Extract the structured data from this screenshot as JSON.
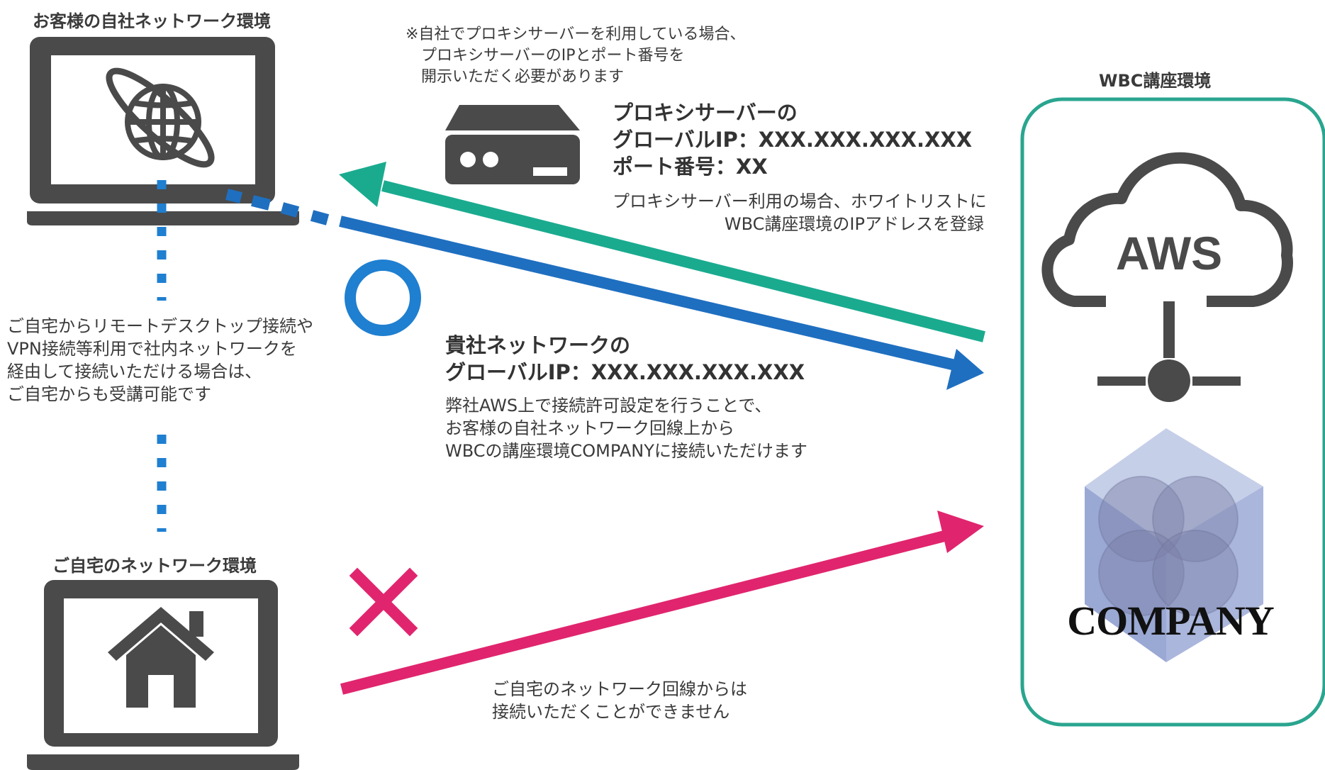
{
  "office": {
    "title": "お客様の自社ネットワーク環境"
  },
  "home": {
    "title": "ご自宅のネットワーク環境",
    "blocked_note": [
      "ご自宅のネットワーク回線からは",
      "接続いただくことができません"
    ]
  },
  "remote_note": [
    "ご自宅からリモートデスクトップ接続や",
    "VPN接続等利用で社内ネットワークを",
    "経由して接続いただける場合は、",
    "ご自宅からも受講可能です"
  ],
  "proxy": {
    "note": [
      "※自社でプロキシサーバーを利用している場合、",
      "プロキシサーバーのIPとポート番号を",
      "開示いただく必要があります"
    ],
    "heading": [
      "プロキシサーバーの",
      "グローバルIP：XXX.XXX.XXX.XXX",
      "ポート番号：XX"
    ],
    "whitelist_note": [
      "プロキシサーバー利用の場合、ホワイトリストに",
      "WBC講座環境のIPアドレスを登録"
    ]
  },
  "company_network": {
    "heading": [
      "貴社ネットワークの",
      "グローバルIP：XXX.XXX.XXX.XXX"
    ],
    "description": [
      "弊社AWS上で接続許可設定を行うことで、",
      "お客様の自社ネットワーク回線上から",
      "WBCの講座環境COMPANYに接続いただけます"
    ]
  },
  "wbc": {
    "title": "WBC講座環境",
    "aws_label": "AWS",
    "company_logo": "COMPANY"
  },
  "symbols": {
    "ok": "circle-ok-icon",
    "ng": "cross-ng-icon"
  },
  "colors": {
    "green_arrow": "#1aab8f",
    "blue_arrow": "#1f6fc0",
    "pink_arrow": "#e0256e",
    "dotted_line": "#1f7fd0",
    "device_gray": "#4a4a4a",
    "wbc_border": "#2aa58f"
  }
}
